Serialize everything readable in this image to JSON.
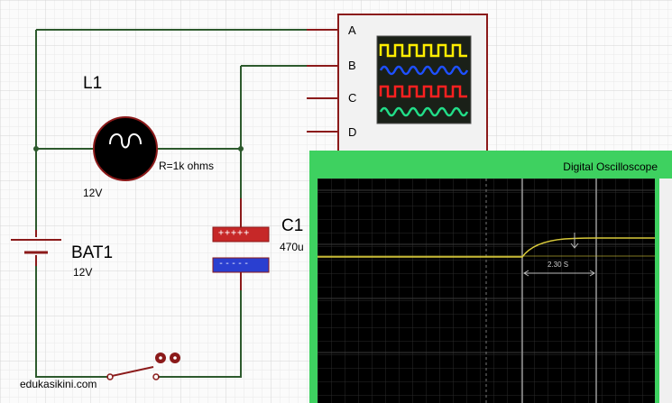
{
  "schematic": {
    "lamp": {
      "ref": "L1",
      "voltage": "12V",
      "resistance": "R=1k ohms"
    },
    "battery": {
      "ref": "BAT1",
      "voltage": "12V"
    },
    "capacitor": {
      "ref": "C1",
      "value": "470u",
      "plus_marks": "+++++",
      "minus_marks": "-----"
    },
    "oscilloscope_symbol": {
      "channels": [
        "A",
        "B",
        "C",
        "D"
      ]
    }
  },
  "oscilloscope_window": {
    "title": "Digital Oscilloscope",
    "marker_text": "2.30 S"
  },
  "watermark": "edukasikini.com",
  "colors": {
    "wire": "#2d5a2d",
    "component_outline": "#8b1a1a",
    "window_green": "#3ed160",
    "trace": "#d8c93a",
    "channel_a": "#ffee00",
    "channel_b": "#1e50ff",
    "channel_c": "#ff2020",
    "channel_d": "#22dd88"
  }
}
